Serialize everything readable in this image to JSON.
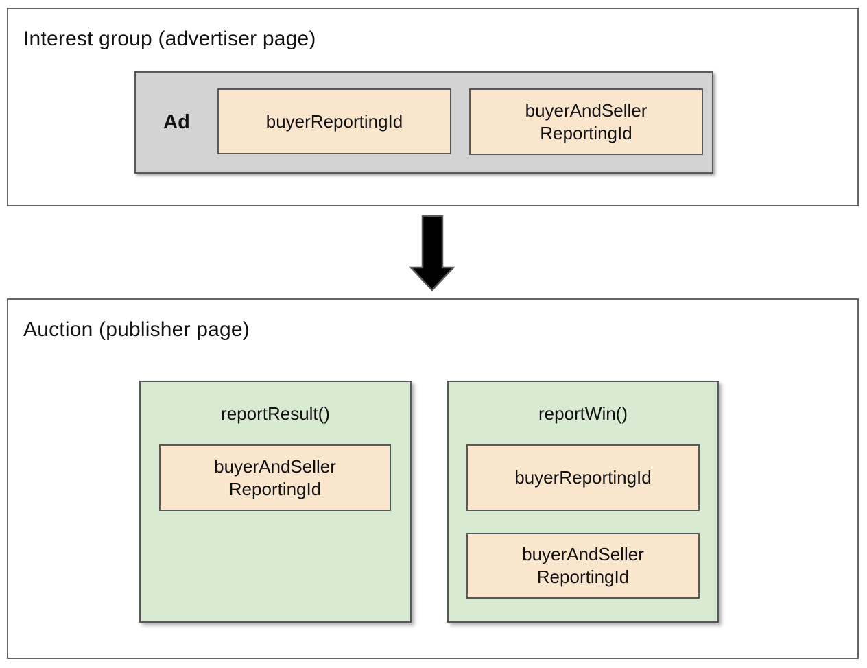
{
  "interest_group": {
    "title": "Interest group (advertiser page)",
    "ad_label": "Ad",
    "fields": [
      "buyerReportingId",
      "buyerAndSeller\nReportingId"
    ]
  },
  "auction": {
    "title": "Auction (publisher page)",
    "functions": [
      {
        "name": "reportResult()",
        "fields": [
          "buyerAndSeller\nReportingId"
        ]
      },
      {
        "name": "reportWin()",
        "fields": [
          "buyerReportingId",
          "buyerAndSeller\nReportingId"
        ]
      }
    ]
  },
  "icons": {
    "arrow": "down-block-arrow"
  },
  "colors": {
    "field_fill": "#FAE5CD",
    "function_fill": "#D9EAD3",
    "ad_fill": "#D3D3D3",
    "box_border": "#595959",
    "outer_border": "#646464",
    "arrow_fill": "#000000",
    "text": "#111111"
  }
}
